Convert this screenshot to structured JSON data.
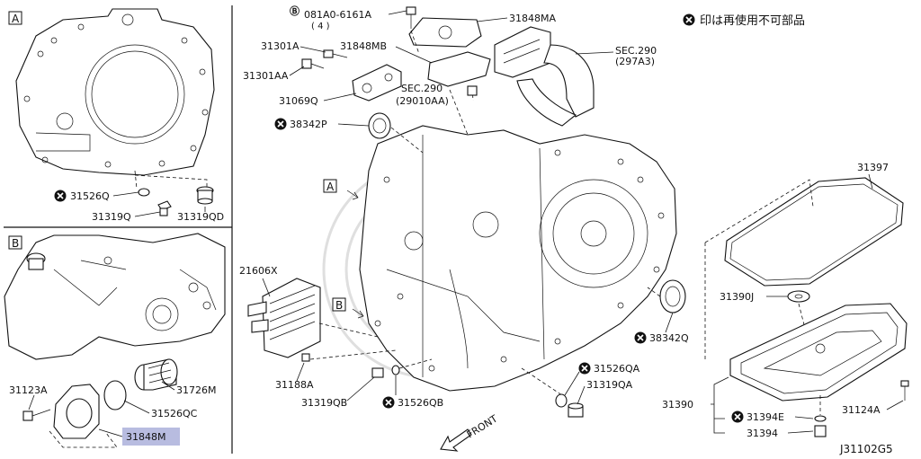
{
  "legend_note": "印は再使用不可部品",
  "diagram_code": "J31102G5",
  "front_label": "FRONT",
  "view_a": {
    "tag": "A",
    "labels": {
      "gasket": "31526Q",
      "plug": "31319Q",
      "plug_d": "31319QD"
    }
  },
  "view_b": {
    "tag": "B",
    "labels": {
      "bolt": "31123A",
      "filter": "31726M",
      "oring": "31526QC",
      "cover": "31848M"
    }
  },
  "callouts": {
    "bolt_top": "081A0-6161A",
    "bolt_top_qty": "( 4 )",
    "bracket": "31848MA",
    "sensor_31301a": "31301A",
    "bracket_mb": "31848MB",
    "sensor_31301aa": "31301AA",
    "sec290_top": "SEC.290",
    "sec290_top_sub": "(297A3)",
    "sensor_31069q": "31069Q",
    "sec290_mid": "SEC.290",
    "sec290_mid_sub": "(29010AA)",
    "seal_38342p": "38342P",
    "view_ref_a": "A",
    "cooler": "21606X",
    "view_ref_b": "B",
    "bolt_31188a": "31188A",
    "plug_31319qb": "31319QB",
    "gasket_31526qb": "31526QB",
    "gasket_31526qa": "31526QA",
    "plug_31319qa": "31319QA",
    "seal_38342q": "38342Q",
    "pan_gasket": "31397",
    "magnet": "31390J",
    "pan": "31390",
    "pan_washer": "31394E",
    "pan_plug": "31394",
    "pan_bolt": "31124A"
  }
}
